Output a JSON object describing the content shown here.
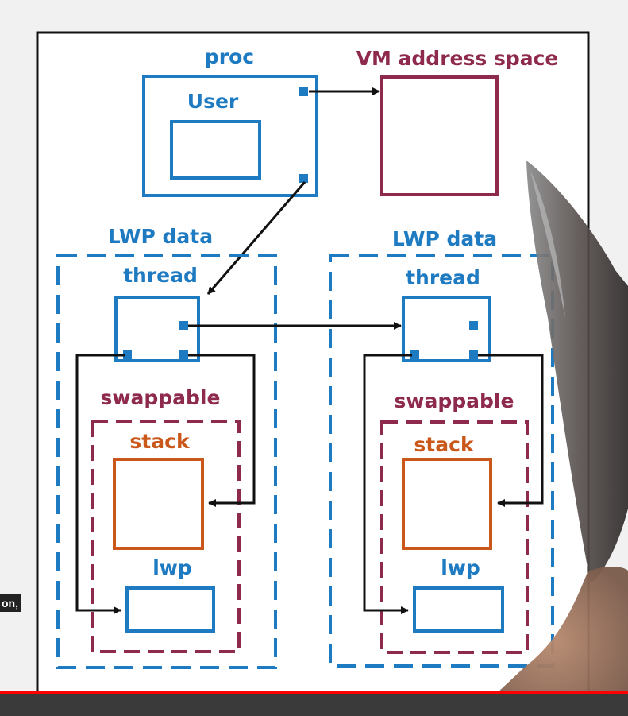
{
  "diagram": {
    "proc_label": "proc",
    "user_label": "User",
    "vm_label": "VM address space",
    "lwp_data_label_left": "LWP data",
    "lwp_data_label_right": "LWP data",
    "thread_label_left": "thread",
    "thread_label_right": "thread",
    "swappable_label_left": "swappable",
    "swappable_label_right": "swappable",
    "stack_label_left": "stack",
    "stack_label_right": "stack",
    "lwp_label_left": "lwp",
    "lwp_label_right": "lwp"
  },
  "colors": {
    "blue": "#1f7bc1",
    "maroon": "#8e2a4d",
    "orange": "#c9581a",
    "frame": "#111111",
    "progress": "#ff0000"
  },
  "player": {
    "caption_fragment": "on,",
    "progress_fraction": 1.0
  }
}
